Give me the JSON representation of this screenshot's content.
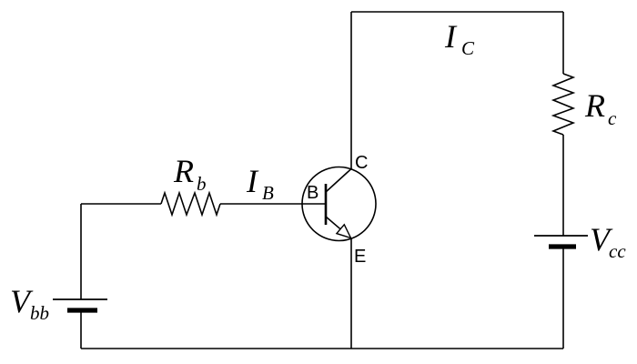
{
  "circuit": {
    "background_color": "#ffffff",
    "line_color": "#000000",
    "labels": {
      "vbb": {
        "main": "V",
        "sub": "bb"
      },
      "rb": {
        "main": "R",
        "sub": "b"
      },
      "ib": {
        "main": "I",
        "sub": "B"
      },
      "ic": {
        "main": "I",
        "sub": "C"
      },
      "rc": {
        "main": "R",
        "sub": "c"
      },
      "vcc": {
        "main": "V",
        "sub": "cc"
      },
      "transistor": {
        "base": "B",
        "collector": "C",
        "emitter": "E"
      }
    }
  }
}
